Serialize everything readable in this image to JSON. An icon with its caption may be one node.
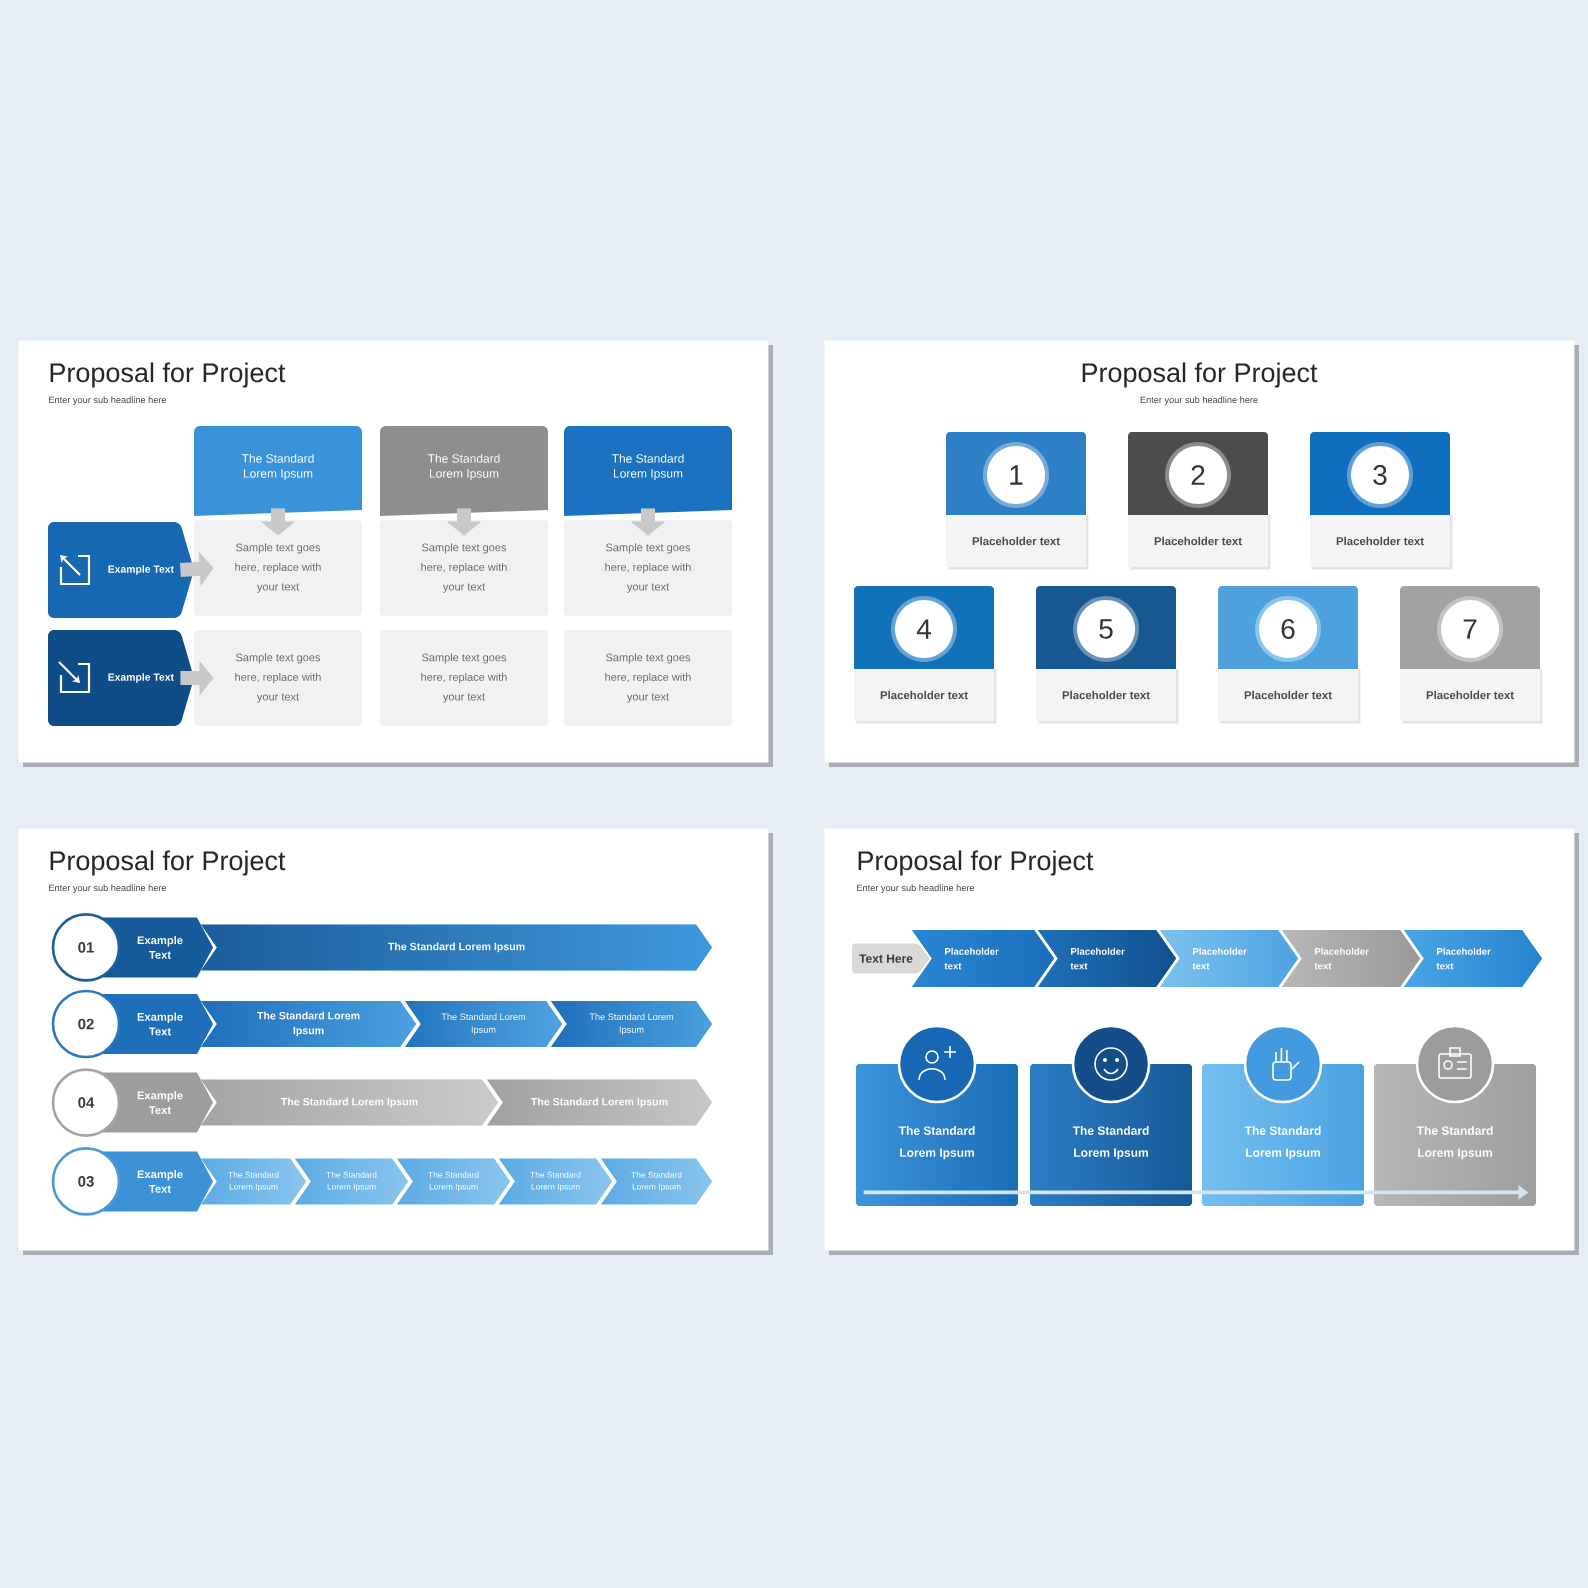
{
  "diagram": {
    "nodes": [
      {
        "text": [
          "Proposal for Project",
          "Enter your sub headline here"
        ]
      },
      {
        "text": [
          "The Standard Lorem Ipsum"
        ],
        "in": 0
      },
      {
        "text": [
          "The Standard Lorem Ipsum"
        ],
        "in": 0
      },
      {
        "text": [
          "The Standard Lorem Ipsum"
        ],
        "in": 0
      },
      {
        "text": [
          "Example Text"
        ],
        "in": 0
      },
      {
        "text": [
          "Example Text"
        ],
        "in": 0
      },
      {
        "text": [
          "Sample text goes here, replace with your text"
        ],
        "in": 0
      },
      {
        "text": [
          "Sample text goes here, replace with your text"
        ],
        "in": 0
      },
      {
        "text": [
          "Sample text goes here, replace with your text"
        ],
        "in": 0
      },
      {
        "text": [
          "Sample text goes here, replace with your text"
        ],
        "in": 0
      },
      {
        "text": [
          "Sample text goes here, replace with your text"
        ],
        "in": 0
      },
      {
        "text": [
          "Sample text goes here, replace with your text"
        ],
        "in": 0
      },
      {
        "text": [
          "Proposal for Project",
          "Enter your sub headline here"
        ]
      },
      {
        "text": [
          "Placeholder text"
        ],
        "in": 12
      },
      {
        "text": [
          "1"
        ],
        "in": 13
      },
      {
        "text": [
          "Placeholder text"
        ],
        "in": 12
      },
      {
        "text": [
          "2"
        ],
        "in": 15
      },
      {
        "text": [
          "Placeholder text"
        ],
        "in": 12
      },
      {
        "text": [
          "3"
        ],
        "in": 17
      },
      {
        "text": [
          "Placeholder text"
        ],
        "in": 12
      },
      {
        "text": [
          "4"
        ],
        "in": 19
      },
      {
        "text": [
          "Placeholder text"
        ],
        "in": 12
      },
      {
        "text": [
          "5"
        ],
        "in": 21
      },
      {
        "text": [
          "Placeholder text"
        ],
        "in": 12
      },
      {
        "text": [
          "6"
        ],
        "in": 23
      },
      {
        "text": [
          "Placeholder text"
        ],
        "in": 12
      },
      {
        "text": [
          "7"
        ],
        "in": 25
      },
      {
        "text": [
          "Proposal for Project",
          "Enter your sub headline here"
        ]
      },
      {
        "text": [
          "01"
        ],
        "in": 27
      },
      {
        "text": [
          "Example Text"
        ],
        "in": 27
      },
      {
        "text": [
          "The Standard Lorem Ipsum"
        ],
        "in": 27
      },
      {
        "text": [
          "02"
        ],
        "in": 27
      },
      {
        "text": [
          "Example Text"
        ],
        "in": 27
      },
      {
        "text": [
          "The Standard Lorem Ipsum"
        ],
        "in": 27
      },
      {
        "text": [
          "The Standard Lorem Ipsum"
        ],
        "in": 27
      },
      {
        "text": [
          "The Standard Lorem Ipsum"
        ],
        "in": 27
      },
      {
        "text": [
          "04"
        ],
        "in": 27
      },
      {
        "text": [
          "Example Text"
        ],
        "in": 27
      },
      {
        "text": [
          "The Standard Lorem Ipsum"
        ],
        "in": 27
      },
      {
        "text": [
          "The Standard Lorem Ipsum"
        ],
        "in": 27
      },
      {
        "text": [
          "03"
        ],
        "in": 27
      },
      {
        "text": [
          "Example Text"
        ],
        "in": 27
      },
      {
        "text": [
          "The Standard Lorem Ipsum"
        ],
        "in": 27
      },
      {
        "text": [
          "The Standard Lorem Ipsum"
        ],
        "in": 27
      },
      {
        "text": [
          "The Standard Lorem Ipsum"
        ],
        "in": 27
      },
      {
        "text": [
          "The Standard Lorem Ipsum"
        ],
        "in": 27
      },
      {
        "text": [
          "The Standard Lorem Ipsum"
        ],
        "in": 27
      },
      {
        "text": [
          "Proposal for Project",
          "Enter your sub headline here"
        ]
      },
      {
        "text": [
          "Text Here"
        ],
        "in": 47
      },
      {
        "text": [
          "Placeholder text"
        ],
        "in": 47
      },
      {
        "text": [
          "Placeholder text"
        ],
        "in": 47
      },
      {
        "text": [
          "Placeholder text"
        ],
        "in": 47
      },
      {
        "text": [
          "Placeholder text"
        ],
        "in": 47
      },
      {
        "text": [
          "Placeholder text"
        ],
        "in": 47
      },
      {
        "text": [
          "The Standard Lorem Ipsum"
        ],
        "in": 47
      },
      {
        "text": [
          "The Standard Lorem Ipsum"
        ],
        "in": 47
      },
      {
        "text": [
          "The Standard Lorem Ipsum"
        ],
        "in": 47
      },
      {
        "text": [
          "The Standard Lorem Ipsum"
        ],
        "in": 47
      }
    ],
    "edges": [
      {
        "from": 1,
        "to": 6,
        "arrow": "to"
      },
      {
        "from": 2,
        "to": 7,
        "arrow": "to"
      },
      {
        "from": 3,
        "to": 8,
        "arrow": "to"
      },
      {
        "from": 4,
        "to": 6,
        "arrow": "to"
      },
      {
        "from": 5,
        "to": 9,
        "arrow": "to"
      },
      {
        "from": 54,
        "to": 55,
        "arrow": "none",
        "color": "#d5e4f0"
      },
      {
        "from": 55,
        "to": 56,
        "arrow": "none",
        "color": "#d5e4f0"
      },
      {
        "from": 56,
        "to": 57,
        "arrow": "to",
        "color": "#d5e4f0"
      }
    ]
  }
}
